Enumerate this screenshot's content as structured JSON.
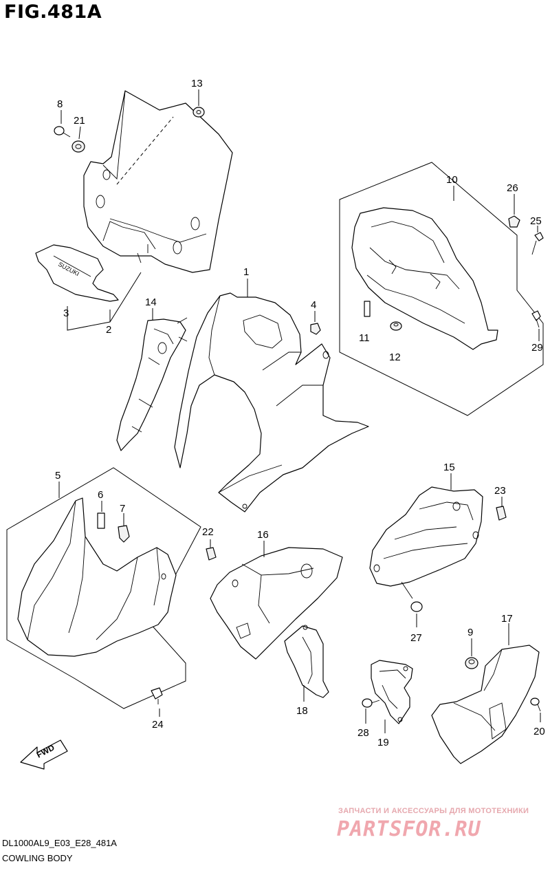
{
  "figure": {
    "title": "FIG.481A",
    "model_code": "DL1000AL9_E03_E28_481A",
    "section_name": "COWLING BODY",
    "fwd_label": "FWD",
    "brand_badge": "SUZUKI"
  },
  "watermark": {
    "caption": "ЗАПЧАСТИ И АКСЕССУАРЫ ДЛЯ МОТОТЕХНИКИ",
    "logo_text": "PARTSFOR.RU"
  },
  "callouts": [
    {
      "id": "callout-1",
      "label": "1"
    },
    {
      "id": "callout-2",
      "label": "2"
    },
    {
      "id": "callout-3",
      "label": "3"
    },
    {
      "id": "callout-4",
      "label": "4"
    },
    {
      "id": "callout-5",
      "label": "5"
    },
    {
      "id": "callout-6",
      "label": "6"
    },
    {
      "id": "callout-7",
      "label": "7"
    },
    {
      "id": "callout-8",
      "label": "8"
    },
    {
      "id": "callout-9",
      "label": "9"
    },
    {
      "id": "callout-10",
      "label": "10"
    },
    {
      "id": "callout-11",
      "label": "11"
    },
    {
      "id": "callout-12",
      "label": "12"
    },
    {
      "id": "callout-13",
      "label": "13"
    },
    {
      "id": "callout-14",
      "label": "14"
    },
    {
      "id": "callout-15",
      "label": "15"
    },
    {
      "id": "callout-16",
      "label": "16"
    },
    {
      "id": "callout-17",
      "label": "17"
    },
    {
      "id": "callout-18",
      "label": "18"
    },
    {
      "id": "callout-19",
      "label": "19"
    },
    {
      "id": "callout-20",
      "label": "20"
    },
    {
      "id": "callout-21",
      "label": "21"
    },
    {
      "id": "callout-22",
      "label": "22"
    },
    {
      "id": "callout-23",
      "label": "23"
    },
    {
      "id": "callout-24",
      "label": "24"
    },
    {
      "id": "callout-25",
      "label": "25"
    },
    {
      "id": "callout-26",
      "label": "26"
    },
    {
      "id": "callout-27",
      "label": "27"
    },
    {
      "id": "callout-28",
      "label": "28"
    },
    {
      "id": "callout-29",
      "label": "29"
    }
  ]
}
